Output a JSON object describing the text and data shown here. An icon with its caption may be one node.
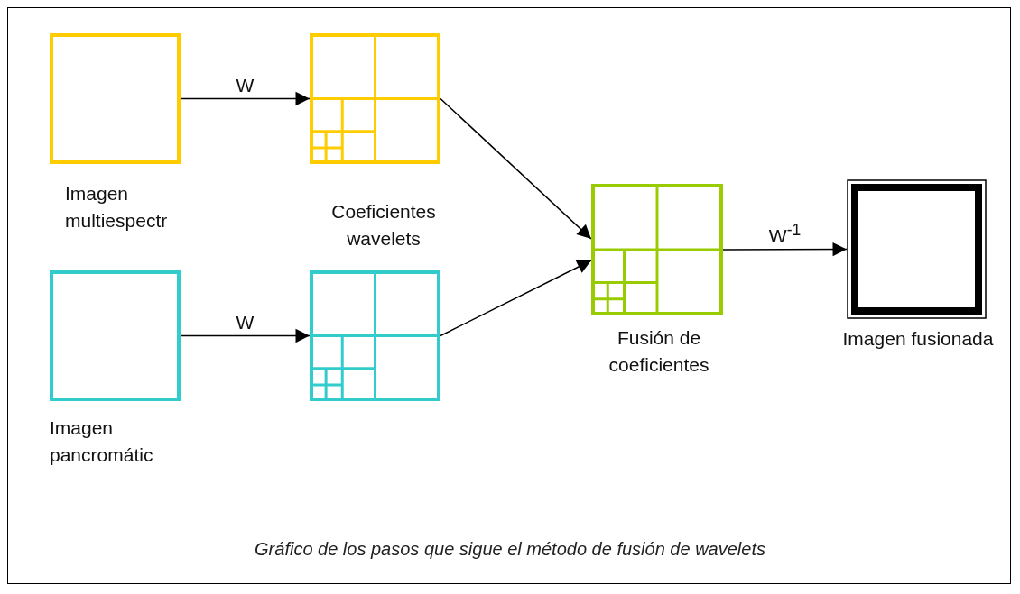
{
  "diagram": {
    "caption": "Gráfico de los pasos que sigue el método de fusión de wavelets",
    "nodes": [
      {
        "text": [
          "Imagen multiespectr"
        ]
      },
      {
        "text": [
          "Coeficientes wavelets"
        ]
      },
      {
        "text": [
          "Imagen pancromátic"
        ]
      },
      {
        "text": [],
        "shape": "box"
      },
      {
        "text": [
          "Fusión de coeficientes"
        ]
      },
      {
        "text": [
          "Imagen fusionada"
        ]
      }
    ],
    "edges": [
      {
        "from": 0,
        "to": 1,
        "arrow": "to",
        "label": "W"
      },
      {
        "from": 2,
        "to": 3,
        "arrow": "to",
        "label": "W"
      },
      {
        "from": 1,
        "to": 4,
        "arrow": "to"
      },
      {
        "from": 3,
        "to": 4,
        "arrow": "to"
      },
      {
        "from": 4,
        "to": 5,
        "arrow": "to",
        "label": "W$^{-1}$"
      }
    ]
  }
}
